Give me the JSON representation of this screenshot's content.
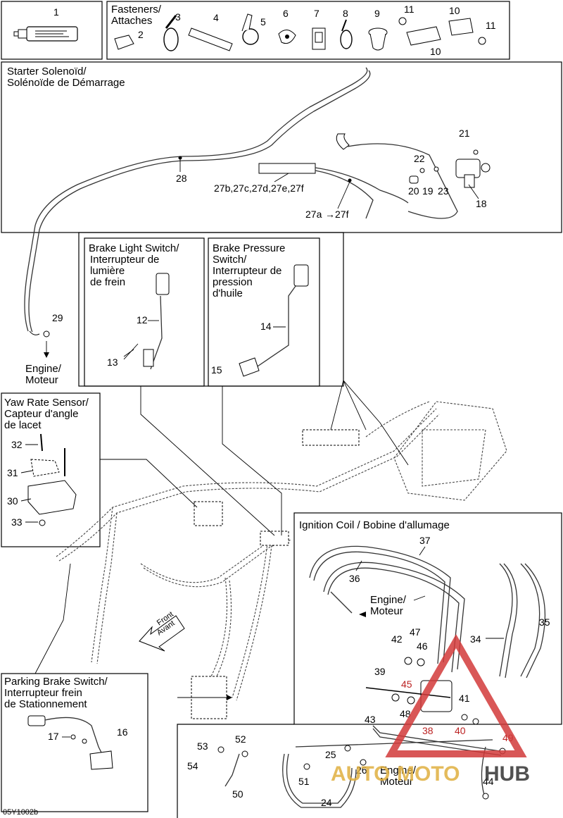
{
  "labels": {
    "fasteners": "Fasteners/",
    "attaches": "Attaches",
    "starter_l1": "Starter Solenoïd/",
    "starter_l2": "Solénoïde de Démarrage",
    "brake_light_l1": "Brake Light Switch/",
    "brake_light_l2": "Interrupteur de",
    "brake_light_l3": "lumière",
    "brake_light_l4": "de frein",
    "brake_press_l1": "Brake Pressure",
    "brake_press_l2": "Switch/",
    "brake_press_l3": "Interrupteur de",
    "brake_press_l4": "pression",
    "brake_press_l5": "d'huile",
    "yaw_l1": "Yaw Rate Sensor/",
    "yaw_l2": "Capteur d'angle",
    "yaw_l3": "de lacet",
    "ignition": "Ignition Coil / Bobine d'allumage",
    "parking_l1": "Parking Brake Switch/",
    "parking_l2": "Interrupteur frein",
    "parking_l3": "de Stationnement",
    "engine": "Engine/",
    "moteur": "Moteur",
    "front": "Front",
    "avant": "Avant",
    "ref27": "27b,27c,27d,27e,27f",
    "ref27a": "27a",
    "ref27f": "27f",
    "figure_code": "05Y1002b",
    "watermark_a": "AUTO",
    "watermark_b": "MOTO",
    "watermark_c": "HUB"
  },
  "callouts": {
    "n1": "1",
    "n2": "2",
    "n3": "3",
    "n4": "4",
    "n5": "5",
    "n6": "6",
    "n7": "7",
    "n8": "8",
    "n9": "9",
    "n10": "10",
    "n11": "11",
    "n12": "12",
    "n13": "13",
    "n14": "14",
    "n15": "15",
    "n16": "16",
    "n17": "17",
    "n18": "18",
    "n19": "19",
    "n20": "20",
    "n21": "21",
    "n22": "22",
    "n23": "23",
    "n24": "24",
    "n25": "25",
    "n26": "26",
    "n28": "28",
    "n29": "29",
    "n30": "30",
    "n31": "31",
    "n32": "32",
    "n33": "33",
    "n34": "34",
    "n35": "35",
    "n36": "36",
    "n37": "37",
    "n38": "38",
    "n39": "39",
    "n40": "40",
    "n41": "41",
    "n42": "42",
    "n43": "43",
    "n44": "44",
    "n45": "45",
    "n46": "46",
    "n47": "47",
    "n48": "48",
    "n49": "49",
    "n50": "50",
    "n51": "51",
    "n52": "52",
    "n53": "53",
    "n54": "54"
  },
  "colors": {
    "watermark_red": "#d23a3a",
    "line": "#333333"
  }
}
